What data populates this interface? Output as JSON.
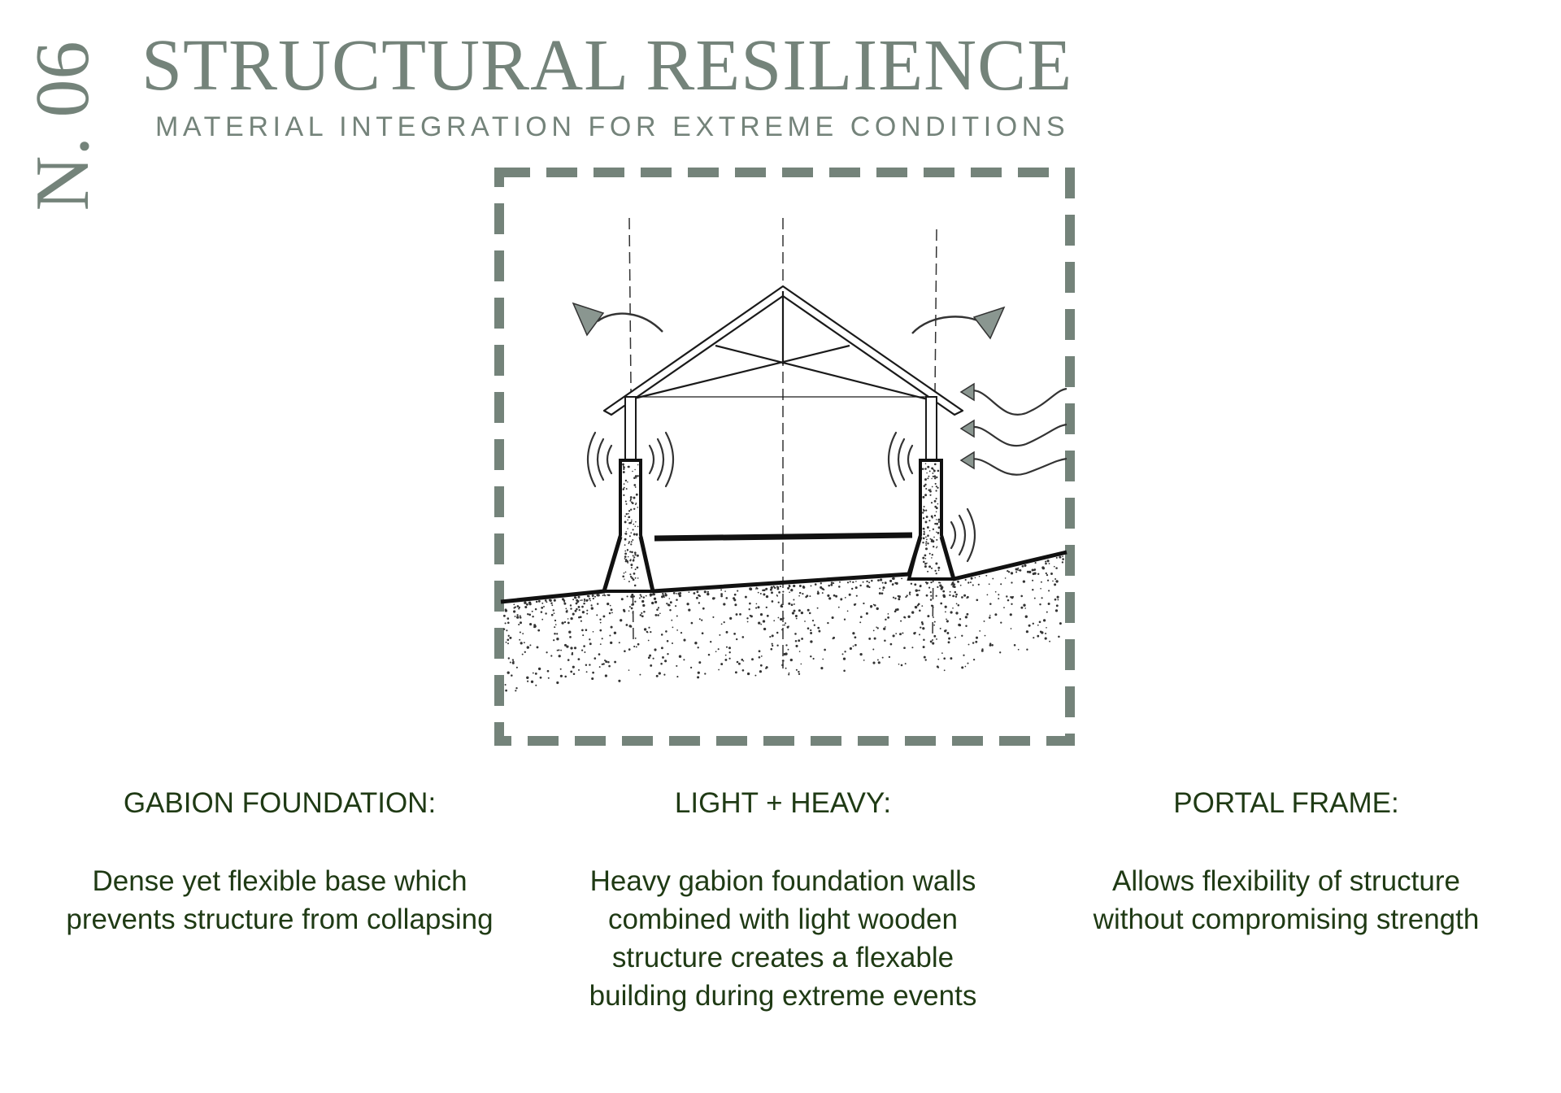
{
  "header": {
    "issue_number": "N. 06",
    "title": "STRUCTURAL RESILIENCE",
    "subtitle": "MATERIAL INTEGRATION FOR EXTREME CONDITIONS"
  },
  "colors": {
    "sage": "#74837a",
    "ink": "#1f3a14",
    "line": "#1a1a1a"
  },
  "sections": [
    {
      "heading": "GABION FOUNDATION:",
      "text": "Dense yet flexible base which prevents structure from collapsing"
    },
    {
      "heading": "LIGHT + HEAVY:",
      "text": "Heavy gabion foundation walls combined with light wooden structure creates a flexable building during extreme events"
    },
    {
      "heading": "PORTAL FRAME:",
      "text": "Allows flexibility of structure without compromising strength"
    }
  ]
}
